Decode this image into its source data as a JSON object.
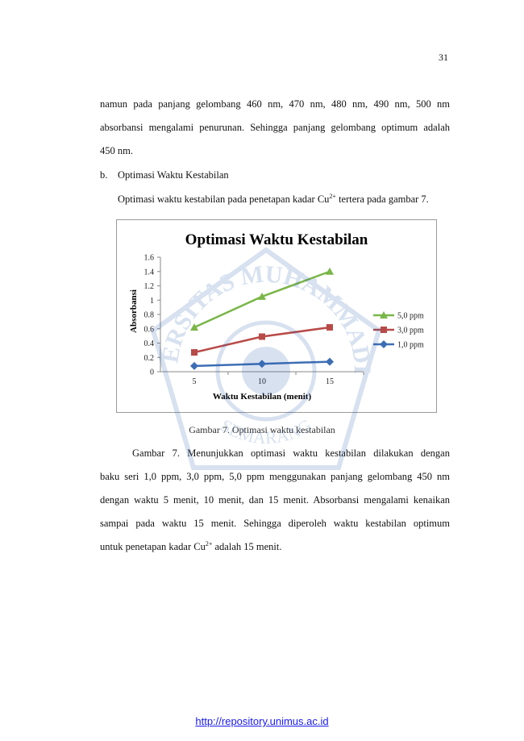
{
  "page_number": "31",
  "paragraph1": [
    "namun pada panjang gelombang 460 nm, 470 nm, 480 nm, 490 nm, 500 nm",
    "absorbansi mengalami penurunan. Sehingga panjang gelombang optimum adalah",
    "450 nm."
  ],
  "subsection": {
    "marker": "b.",
    "title": "Optimasi Waktu Kestabilan"
  },
  "intro": {
    "before": "Optimasi waktu kestabilan pada penetapan kadar Cu",
    "sup": "2+",
    "after": " tertera pada gambar 7."
  },
  "chart_data": {
    "type": "line",
    "title": "Optimasi Waktu Kestabilan",
    "xlabel": "Waktu Kestabilan (menit)",
    "ylabel": "Absorbansi",
    "categories": [
      "5",
      "10",
      "15"
    ],
    "y_ticks": [
      "0",
      "0.2",
      "0.4",
      "0.6",
      "0.8",
      "1",
      "1.2",
      "1.4",
      "1.6"
    ],
    "ylim": [
      0,
      1.6
    ],
    "grid": false,
    "legend": "right",
    "series": [
      {
        "name": "5,0 ppm",
        "values": [
          0.62,
          1.05,
          1.4
        ],
        "color": "#7ab648",
        "marker": "triangle"
      },
      {
        "name": "3,0 ppm",
        "values": [
          0.27,
          0.49,
          0.62
        ],
        "color": "#b84a48",
        "marker": "square"
      },
      {
        "name": "1,0 ppm",
        "values": [
          0.08,
          0.11,
          0.14
        ],
        "color": "#3d6eb4",
        "marker": "diamond"
      }
    ]
  },
  "caption": "Gambar 7. Optimasi waktu kestabilan",
  "paragraph2": {
    "lines": [
      "Gambar 7. Menunjukkan optimasi waktu kestabilan dilakukan dengan",
      "baku seri 1,0 ppm, 3,0 ppm, 5,0 ppm menggunakan panjang gelombang 450 nm",
      "dengan waktu 5 menit, 10 menit, dan 15 menit. Absorbansi mengalami kenaikan",
      "sampai pada waktu 15 menit. Sehingga diperoleh waktu kestabilan optimum"
    ],
    "last_before": "untuk penetapan kadar Cu",
    "last_sup": "2+",
    "last_after": " adalah 15 menit."
  },
  "watermark_text": [
    "UNIVERSITAS MUHAMMADIYAH",
    "SEMARANG"
  ],
  "footer_link": "http://repository.unimus.ac.id"
}
